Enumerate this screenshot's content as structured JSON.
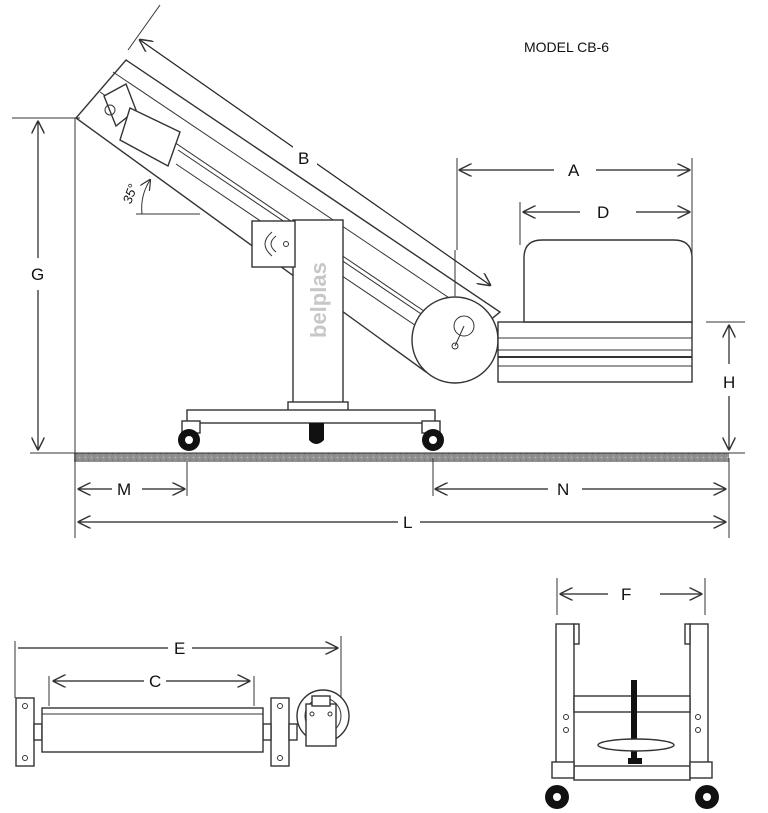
{
  "model_label": "MODEL CB-6",
  "brand_text": "belplas",
  "angle_label": "35°",
  "dimensions": {
    "A": "A",
    "B": "B",
    "C": "C",
    "D": "D",
    "E": "E",
    "F": "F",
    "G": "G",
    "H": "H",
    "L": "L",
    "M": "M",
    "N": "N"
  },
  "colors": {
    "line": "#222222",
    "floor": "#8f8f8f",
    "brand": "#c7c7c7"
  }
}
